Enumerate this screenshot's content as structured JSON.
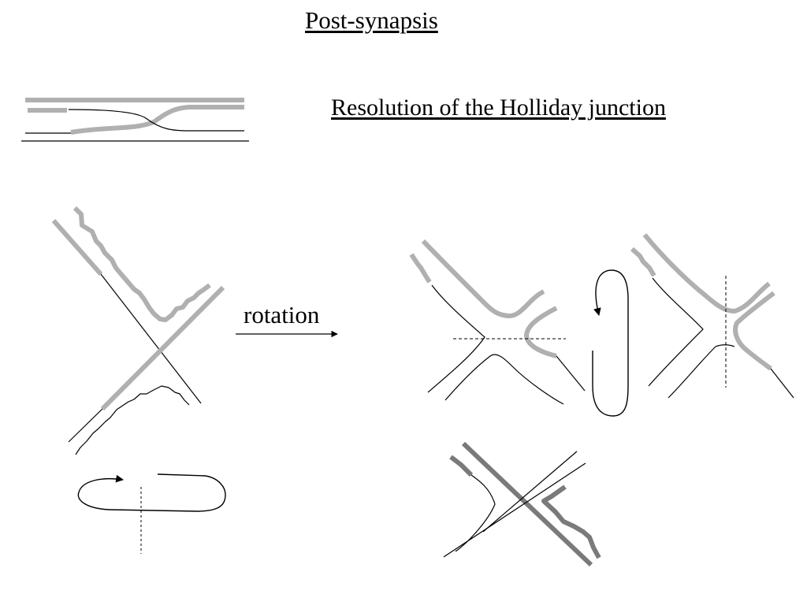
{
  "slide": {
    "title": "Post-synapsis",
    "subtitle": "Resolution of the Holliday junction"
  },
  "diagram": {
    "rotation_label": "rotation"
  },
  "colors": {
    "strand_gray": "#b0b0b0",
    "strand_dark_gray": "#7a7a7a",
    "strand_black": "#000000"
  }
}
